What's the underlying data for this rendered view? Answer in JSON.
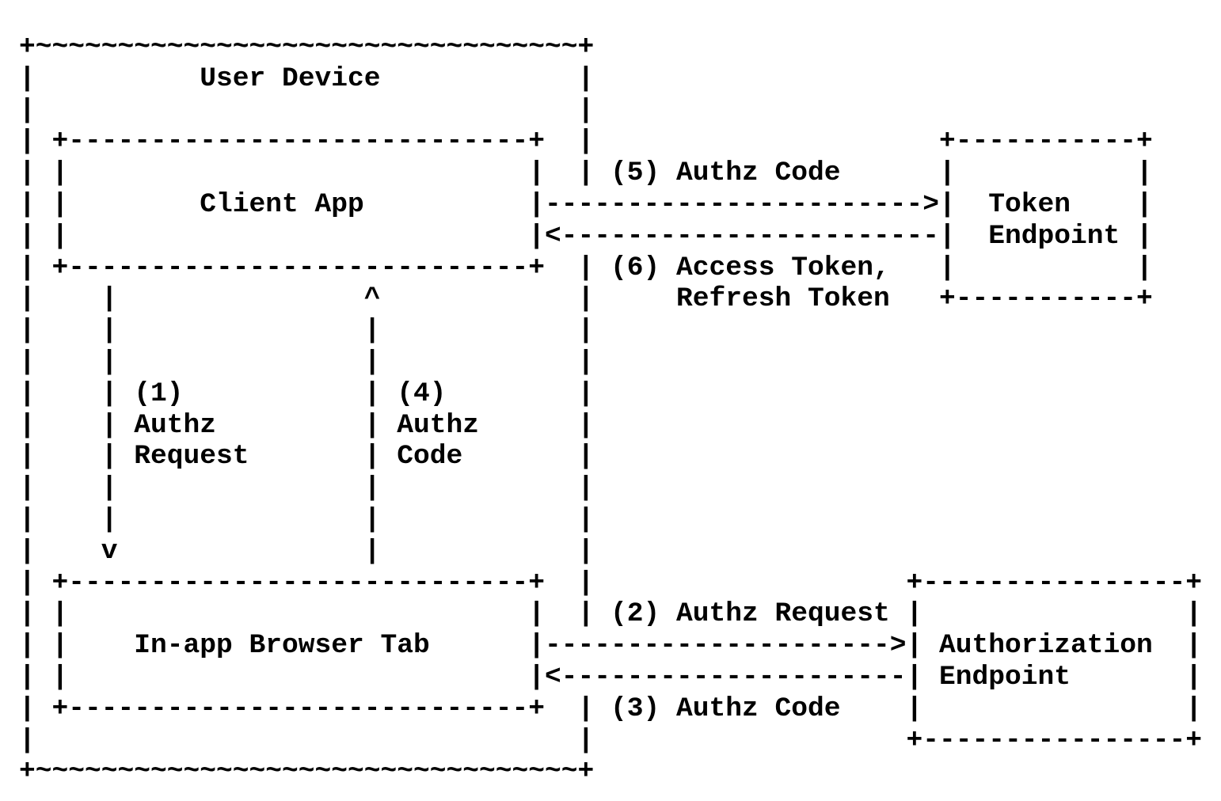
{
  "colors": {
    "background": "#ffffff",
    "foreground": "#000000"
  },
  "diagram": {
    "kind": "ascii-flow-diagram",
    "nodes": [
      {
        "name": "User Device",
        "role": "outer-container"
      },
      {
        "name": "Client App",
        "inside": "User Device"
      },
      {
        "name": "In-app Browser Tab",
        "inside": "User Device"
      },
      {
        "name": "Token Endpoint",
        "label_lines": [
          "Token",
          "Endpoint"
        ]
      },
      {
        "name": "Authorization Endpoint",
        "label_lines": [
          "Authorization",
          "Endpoint"
        ]
      }
    ],
    "steps": [
      {
        "num": "(1)",
        "label": "Authz Request",
        "from": "Client App",
        "to": "In-app Browser Tab",
        "direction": "down"
      },
      {
        "num": "(2)",
        "label": "Authz Request",
        "from": "In-app Browser Tab",
        "to": "Authorization Endpoint",
        "direction": "right"
      },
      {
        "num": "(3)",
        "label": "Authz Code",
        "from": "Authorization Endpoint",
        "to": "In-app Browser Tab",
        "direction": "left"
      },
      {
        "num": "(4)",
        "label": "Authz Code",
        "from": "In-app Browser Tab",
        "to": "Client App",
        "direction": "up"
      },
      {
        "num": "(5)",
        "label": "Authz Code",
        "from": "Client App",
        "to": "Token Endpoint",
        "direction": "right"
      },
      {
        "num": "(6)",
        "label": "Access Token, Refresh Token",
        "from": "Token Endpoint",
        "to": "Client App",
        "direction": "left"
      }
    ],
    "lines": [
      "+~~~~~~~~~~~~~~~~~~~~~~~~~~~~~~~~~+",
      "|          User Device            |",
      "|                                 |",
      "| +----------------------------+  |                     +-----------+",
      "| |                            |  | (5) Authz Code      |           |",
      "| |        Client App          |----------------------->|  Token    |",
      "| |                            |<-----------------------|  Endpoint |",
      "| +----------------------------+  | (6) Access Token,   |           |",
      "|    |               ^            |     Refresh Token   +-----------+",
      "|    |               |            |",
      "|    |               |            |",
      "|    | (1)           | (4)        |",
      "|    | Authz         | Authz      |",
      "|    | Request       | Code       |",
      "|    |               |            |",
      "|    |               |            |",
      "|    v               |            |",
      "| +----------------------------+  |                   +----------------+",
      "| |                            |  | (2) Authz Request |                |",
      "| |    In-app Browser Tab      |--------------------->| Authorization  |",
      "| |                            |<---------------------| Endpoint       |",
      "| +----------------------------+  | (3) Authz Code    |                |",
      "|                                 |                   +----------------+",
      "+~~~~~~~~~~~~~~~~~~~~~~~~~~~~~~~~~+"
    ]
  }
}
